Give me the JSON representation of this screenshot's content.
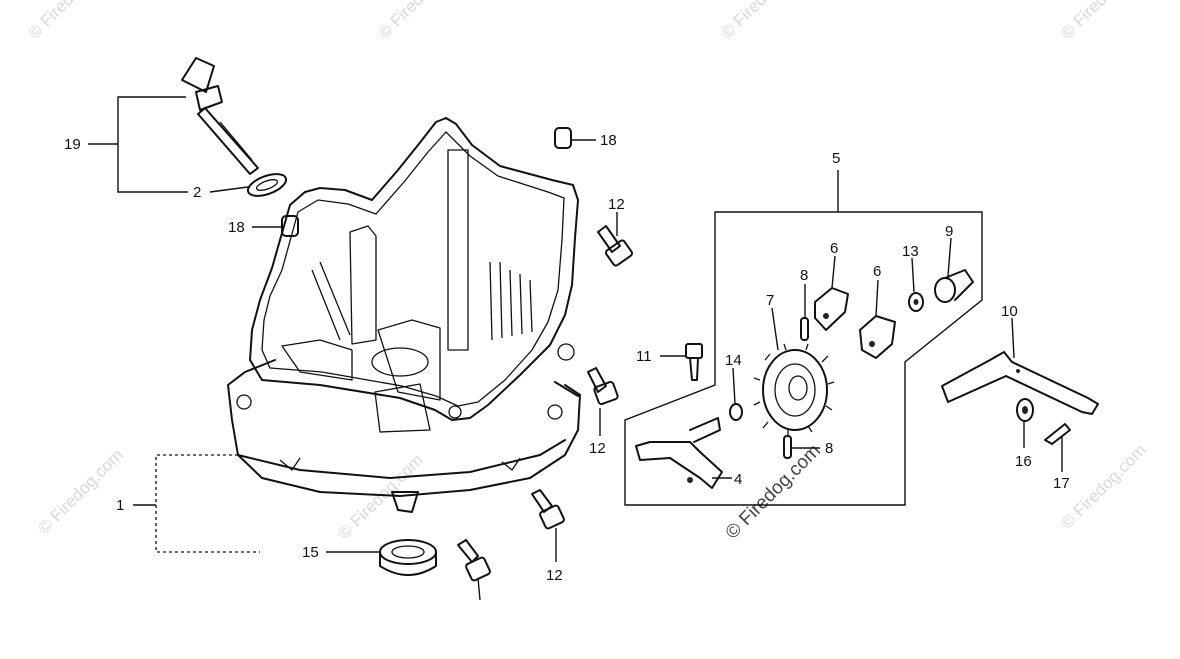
{
  "diagram": {
    "part_labels": [
      "1",
      "2",
      "4",
      "5",
      "6",
      "6",
      "7",
      "8",
      "8",
      "9",
      "10",
      "11",
      "12",
      "12",
      "12",
      "13",
      "14",
      "15",
      "16",
      "17",
      "18",
      "18",
      "19",
      "12"
    ],
    "watermarks": {
      "corner": "© Firedog.com",
      "center": "© Firedog.com"
    }
  }
}
